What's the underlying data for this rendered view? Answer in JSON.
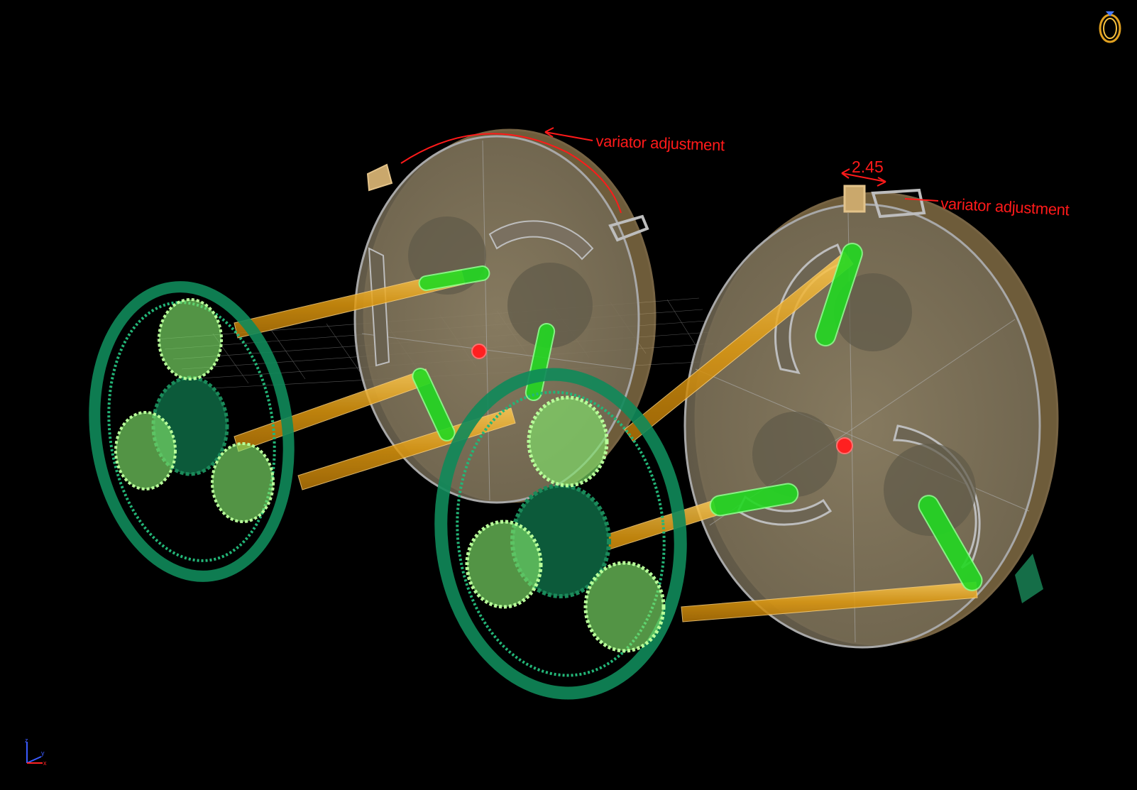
{
  "viewport": {
    "background": "#000000",
    "annotations": [
      {
        "id": "left-variator",
        "text": "variator adjustment"
      },
      {
        "id": "right-variator",
        "text": "variator adjustment"
      }
    ],
    "dimension": {
      "value": "2.45"
    },
    "axis_triad": {
      "z": "z",
      "y": "y",
      "x": "x"
    },
    "corner_icon": "gold-ring-icon",
    "colors": {
      "annotation": "#ff1a1a",
      "gear_ring": "#0f8a5a",
      "planet_gear": "#7fe36a",
      "shaft": "#e8a21a",
      "link_arm": "#2ee82e",
      "disc": "#9a8a6a",
      "center_pin": "#ff2020"
    }
  }
}
